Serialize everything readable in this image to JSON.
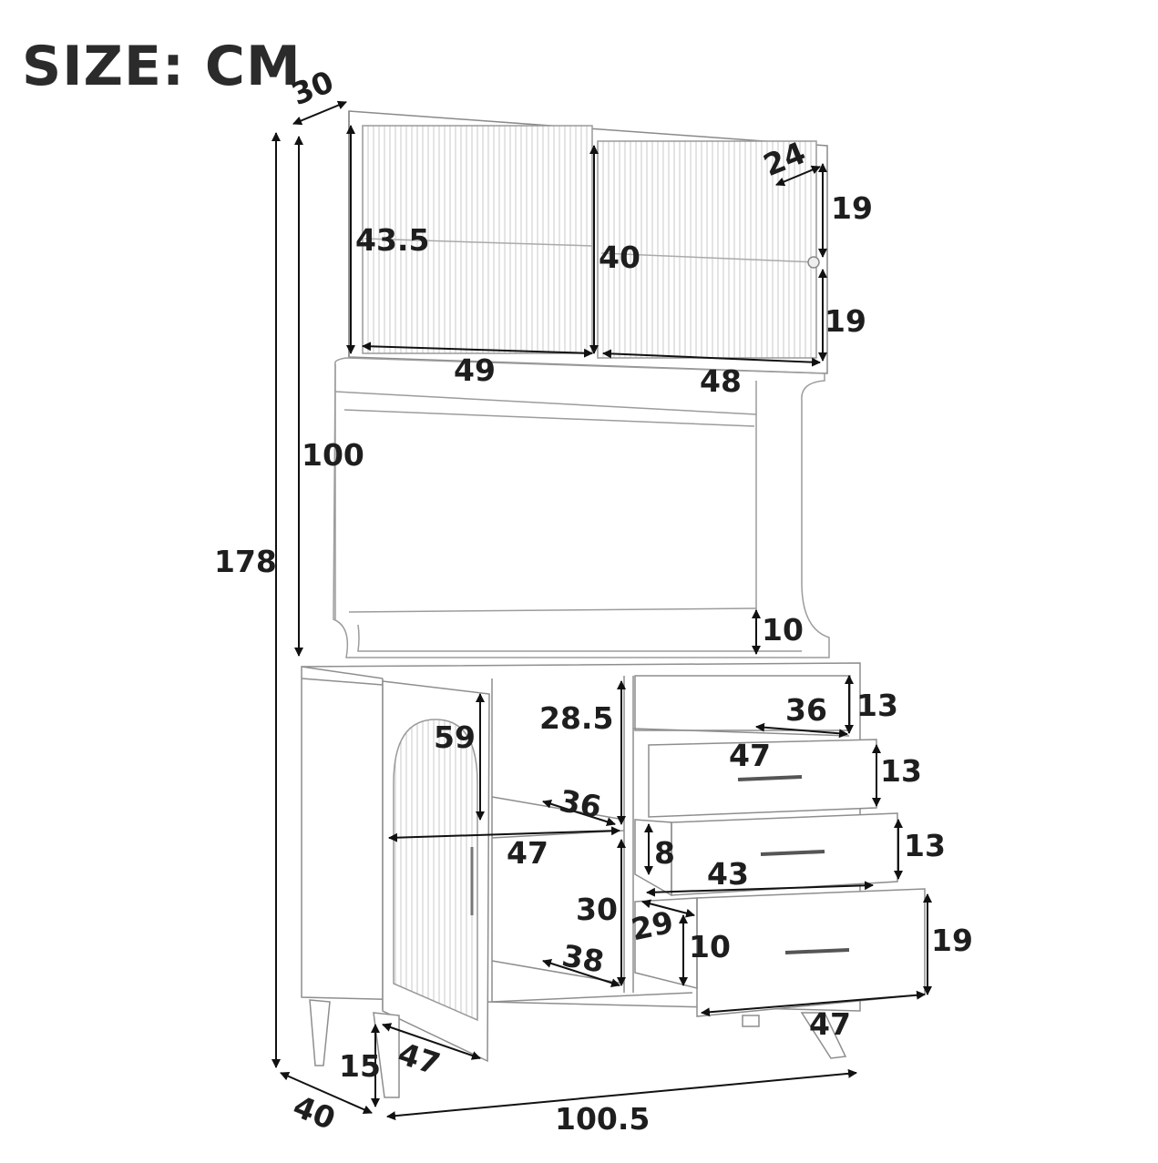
{
  "title": "SIZE: CM",
  "dimensions": {
    "depth_top": "30",
    "shelf_depth": "24",
    "upper_height_left": "43.5",
    "upper_height_mid": "40",
    "upper_shelf_top": "19",
    "upper_shelf_bottom": "19",
    "upper_width_left": "49",
    "upper_width_right": "48",
    "hutch_height": "100",
    "total_height": "178",
    "backsplash": "10",
    "open_cubby_height": "13",
    "open_cubby_depth": "36",
    "drawer1_width": "47",
    "drawer1_height": "13",
    "drawer2_height": "13",
    "drawer_inner_height": "8",
    "drawer_inner_width": "43",
    "drawer_inner_depth": "29",
    "drawer3_inner_height": "10",
    "drawer3_height": "19",
    "drawer3_width": "47",
    "door_height": "59",
    "cabinet_upper_height": "28.5",
    "cabinet_shelf_depth": "36",
    "cabinet_width": "47",
    "cabinet_lower_height": "30",
    "cabinet_bottom_depth": "38",
    "leg_height": "15",
    "door_width": "47",
    "total_depth": "40",
    "total_width": "100.5"
  }
}
